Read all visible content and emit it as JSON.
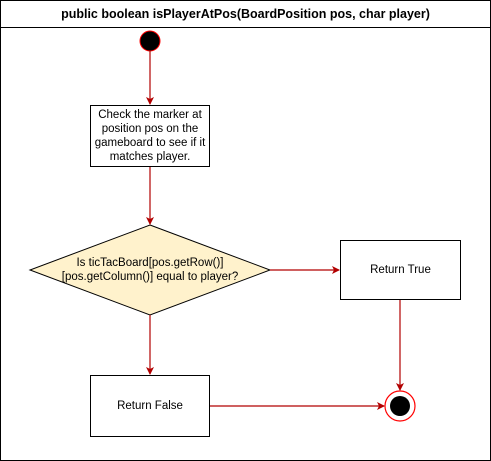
{
  "title": "public boolean isPlayerAtPos(BoardPosition pos, char player)",
  "nodes": {
    "check_marker": "Check the marker at position pos on the gameboard to see if it matches player.",
    "decision": "Is ticTacBoard[pos.getRow()][pos.getColumn()] equal to player?",
    "return_true": "Return True",
    "return_false": "Return False"
  },
  "colors": {
    "arrow": "#b20000",
    "decision_fill": "#fff2cc",
    "border": "#000000",
    "start": "#000000",
    "end_ring": "#ff0000"
  }
}
